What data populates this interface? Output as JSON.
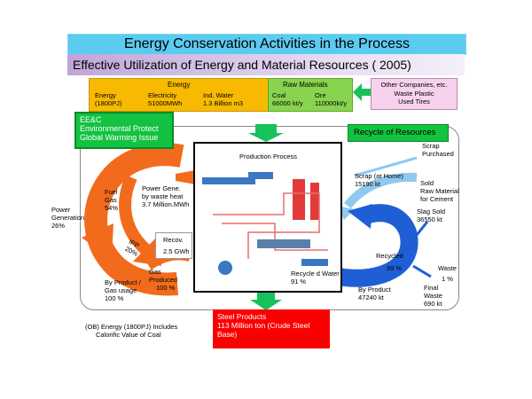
{
  "header": {
    "title": "Energy Conservation Activities in the Process",
    "subtitle": "Effective Utilization of Energy and Material Resources ( 2005)"
  },
  "energy": {
    "heading": "Energy",
    "col1": [
      "Energy",
      "(1800PJ)"
    ],
    "col2": [
      "Electricity",
      "51000MWh"
    ],
    "col3": [
      "Ind. Water",
      "1.3 Billion  m3"
    ]
  },
  "raw": {
    "heading": "Raw Materials",
    "col1": [
      "Coal",
      "66000 kt/y"
    ],
    "col2": [
      "Ore",
      "110000kt/y"
    ]
  },
  "other": [
    "Other Companies, etc.",
    "Waste Plastic",
    "Used Tires"
  ],
  "eec": [
    "EE&C",
    "Environmental Protect",
    "Global Warming Issue"
  ],
  "recycle_title": "Recycle of Resources",
  "left_flows": {
    "power_generation": [
      "Power",
      "Generation",
      "26%"
    ],
    "fuel_gas": [
      "Fuel",
      "Gas",
      "54%"
    ],
    "power_gene": [
      "Power Gene.",
      "by waste heat",
      "3.7 Million.MWh"
    ],
    "ipp": [
      "IPP",
      "20%"
    ],
    "recov": [
      "Recov.",
      "2.5 GWh"
    ],
    "gas_produced": [
      "Gas",
      "Produced",
      "100 %"
    ],
    "by_product_gas": [
      "By Product /",
      "Gas usage",
      "100 %"
    ]
  },
  "process": {
    "title": "Production Process",
    "recycled_water": [
      "Recycle d Water",
      "91 %"
    ]
  },
  "right_flows": {
    "scrap_purchased": [
      "Scrap",
      "Purchased"
    ],
    "scrap_home": [
      "Scrap (at Home)",
      "15190 kt"
    ],
    "sold_raw": [
      "Sold",
      "Raw Material",
      "for Cement"
    ],
    "slag_sold": [
      "Slag Sold",
      "36550 kt"
    ],
    "recycled": [
      "Recycled",
      "99 %"
    ],
    "waste": [
      "Waste",
      "1 %"
    ],
    "by_product": [
      "By Product",
      "47240 kt"
    ],
    "final_waste": [
      "Final",
      "Waste",
      "690 kt"
    ]
  },
  "steel": [
    "Steel Products",
    "113 Million ton (Crude Steel",
    "Base)"
  ],
  "note": [
    "(OB) Energy (1800PJ) Includes",
    "Calorific Value of Coal"
  ],
  "colors": {
    "orange_flow": "#f26b1d",
    "blue_flow": "#1f5fd6",
    "light_blue_flow": "#8fc9f0",
    "green_arrow": "#17c25a",
    "title_bg": "#5ccbf0",
    "energy_bg": "#f8ba00",
    "raw_bg": "#89d44e",
    "steel_bg": "#fb0000"
  }
}
